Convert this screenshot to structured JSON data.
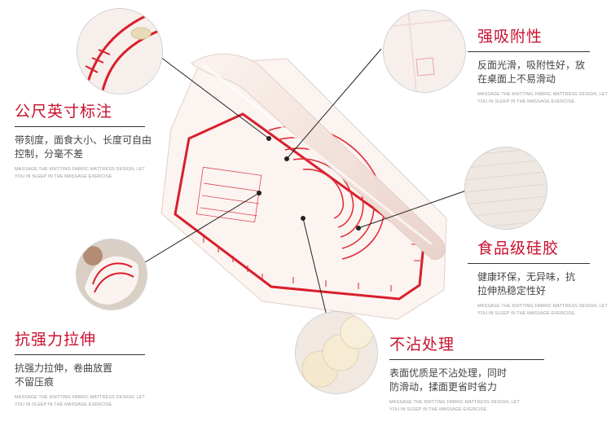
{
  "features": [
    {
      "id": "ruler",
      "title": "公尺英寸标注",
      "desc_lines": [
        "带刻度，面食大小、长度可自由",
        "控制，分毫不差"
      ],
      "en_lines": [
        "MASSAGE THE KNITTING FABRIC MATTRESS DESIGN, LET",
        "YOU IN SLEEP IN THE MASSAGE EXERCISE."
      ]
    },
    {
      "id": "adsorption",
      "title": "强吸附性",
      "desc_lines": [
        "反面光滑，吸附性好，放",
        "在桌面上不易滑动"
      ],
      "en_lines": [
        "MASSAGE THE KNITTING FABRIC MATTRESS DESIGN, LET",
        "YOU IN SLEEP IN THE MASSAGE EXERCISE."
      ]
    },
    {
      "id": "food-grade",
      "title": "食品级硅胶",
      "desc_lines": [
        "健康环保，无异味，抗",
        "拉伸热稳定性好"
      ],
      "en_lines": [
        "MASSAGE THE KNITTING FABRIC MATTRESS DESIGN, LET",
        "YOU IN SLEEP IN THE MASSAGE EXERCISE."
      ]
    },
    {
      "id": "stretch",
      "title": "抗强力拉伸",
      "desc_lines": [
        "抗强力拉伸，卷曲放置",
        "不留压痕"
      ],
      "en_lines": [
        "MASSAGE THE KNITTING FABRIC MATTRESS DESIGN, LET",
        "YOU IN SLEEP IN THE MASSAGE EXERCISE."
      ]
    },
    {
      "id": "non-stick",
      "title": "不沾处理",
      "desc_lines": [
        "表面优质是不沾处理，同时",
        "防滑动，揉面更省时省力"
      ],
      "en_lines": [
        "MASSAGE THE KNITTING FABRIC MATTRESS DESIGN, LET",
        "YOU IN SLEEP IN THE MASSAGE EXERCISE."
      ]
    }
  ],
  "colors": {
    "accent": "#c8102e",
    "text": "#444444",
    "muted": "#9a9a9a"
  },
  "images": {
    "mat": "silicone-baking-mat-illustration",
    "ruler_closeup": "ruler-markings-closeup",
    "back_closeup": "smooth-back-closeup",
    "texture_closeup": "silicone-texture-closeup",
    "folded_closeup": "folded-mat-in-hand",
    "dough_closeup": "dough-sheets-closeup"
  }
}
